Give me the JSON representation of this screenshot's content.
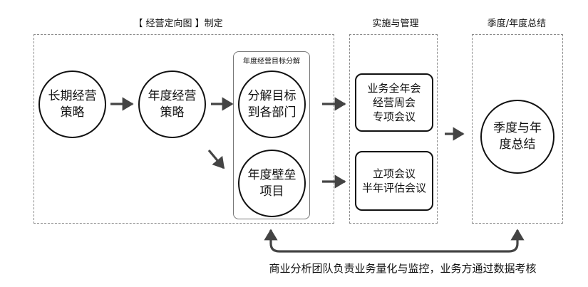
{
  "sections": {
    "planning_title": "【 经营定向图 】制定",
    "implementation_title": "实施与管理",
    "summary_title": "季度/年度总结"
  },
  "nodes": {
    "long_term_strategy": [
      "长期经营",
      "策略"
    ],
    "annual_strategy": [
      "年度经营",
      "策略"
    ],
    "decompose_targets": [
      "分解目标",
      "到各部门"
    ],
    "bastion_projects": [
      "年度壁垒",
      "项目"
    ],
    "meetings_top": [
      "业务全年会",
      "经营周会",
      "专项会议"
    ],
    "meetings_bottom": [
      "立项会议",
      "半年评估会议"
    ],
    "quarter_annual_summary": [
      "季度与年",
      "度总结"
    ]
  },
  "decomposition_group_title": "年度经营目标分解",
  "bottom_note": "商业分析团队负责业务量化与监控，业务方通过数据考核"
}
